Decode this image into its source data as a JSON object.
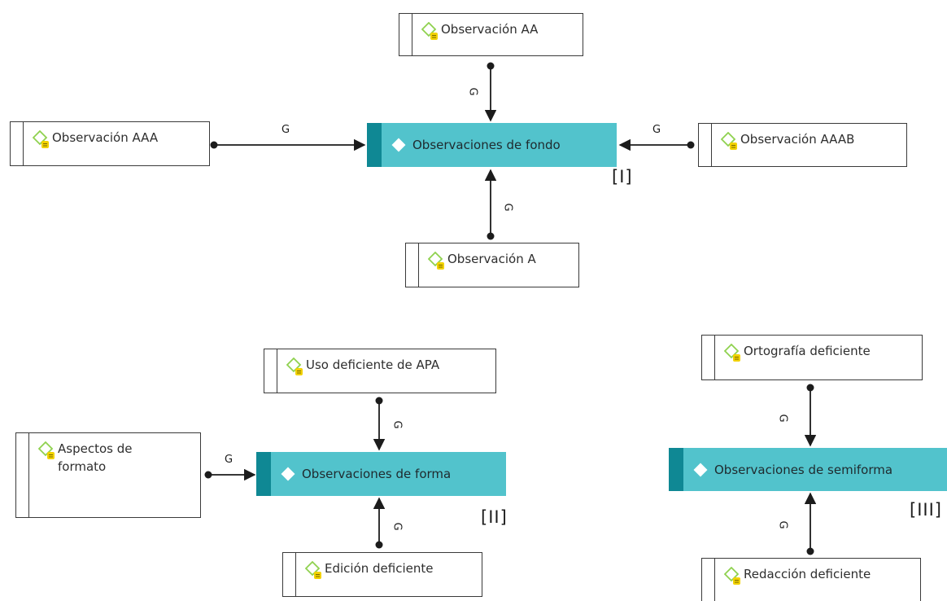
{
  "codes": {
    "fondo": "Observaciones de fondo",
    "forma": "Observaciones de forma",
    "semiforma": "Observaciones de semiforma"
  },
  "groups": {
    "fondo": "[I]",
    "forma": "[II]",
    "semiforma": "[III]"
  },
  "quotations": {
    "aa": "Observación AA",
    "aaa": "Observación AAA",
    "aaab": "Observación AAAB",
    "a": "Observación A",
    "apa": "Uso deficiente de APA",
    "formato": "Aspectos de formato",
    "edicion": "Edición deficiente",
    "ortografia": "Ortografía deficiente",
    "redaccion": "Redacción deficiente"
  },
  "relation_label": "G",
  "colors": {
    "code_fill": "#52c3cc",
    "code_accent": "#0f8894",
    "icon_diamond": "#8fd14f",
    "icon_badge": "#f2d200"
  }
}
